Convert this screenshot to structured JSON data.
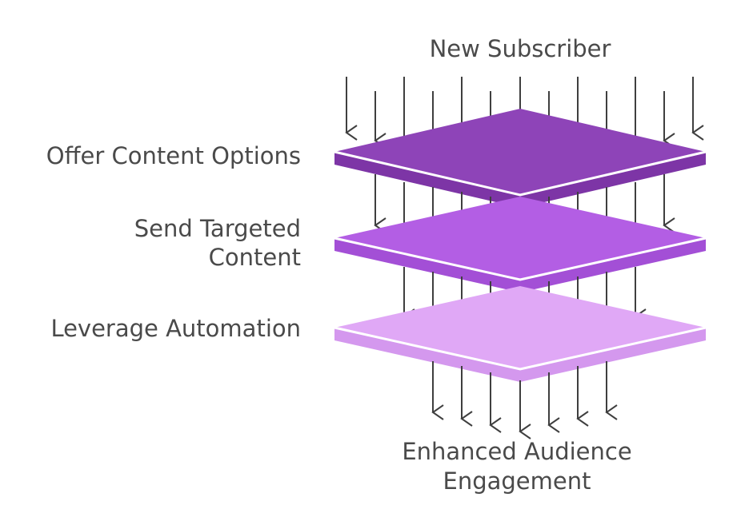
{
  "diagram": {
    "top_label": "New Subscriber",
    "bottom_label": [
      "Enhanced Audience",
      "Engagement"
    ],
    "layers": [
      {
        "label": [
          "Offer Content Options"
        ],
        "top_color": "#8e44b8",
        "side_color": "#7d35a6"
      },
      {
        "label": [
          "Send Targeted",
          "Content"
        ],
        "top_color": "#b35ee4",
        "side_color": "#a34fd6"
      },
      {
        "label": [
          "Leverage Automation"
        ],
        "top_color": "#e0a8f6",
        "side_color": "#d498ee"
      }
    ],
    "arrow_color": "#3f3f3f"
  }
}
